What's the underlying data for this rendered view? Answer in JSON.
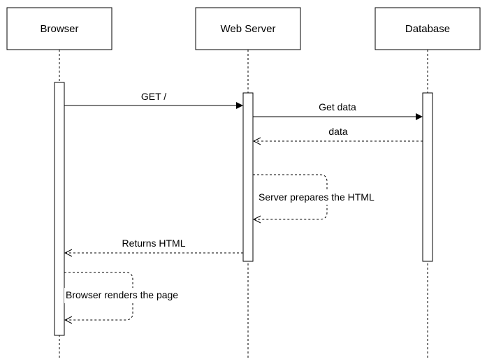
{
  "participants": [
    {
      "id": "browser",
      "label": "Browser"
    },
    {
      "id": "server",
      "label": "Web Server"
    },
    {
      "id": "database",
      "label": "Database"
    }
  ],
  "messages": [
    {
      "id": "get-root",
      "from": "browser",
      "to": "server",
      "label": "GET /",
      "style": "solid"
    },
    {
      "id": "get-data",
      "from": "server",
      "to": "database",
      "label": "Get data",
      "style": "solid"
    },
    {
      "id": "data-return",
      "from": "database",
      "to": "server",
      "label": "data",
      "style": "dashed"
    },
    {
      "id": "server-self",
      "from": "server",
      "to": "server",
      "label": "Server prepares the HTML",
      "style": "dashed"
    },
    {
      "id": "returns-html",
      "from": "server",
      "to": "browser",
      "label": "Returns HTML",
      "style": "dashed"
    },
    {
      "id": "browser-self",
      "from": "browser",
      "to": "browser",
      "label": "Browser renders the page",
      "style": "dashed"
    }
  ],
  "colors": {
    "line": "#000000",
    "box_fill": "#ffffff"
  }
}
